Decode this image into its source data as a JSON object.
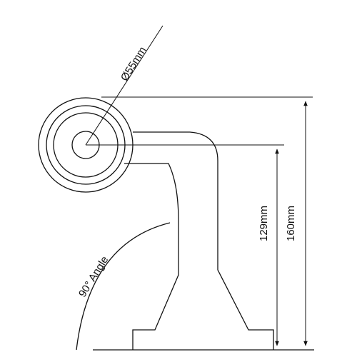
{
  "labels": {
    "diameter": "Ø55mm",
    "total_height": "160mm",
    "center_height": "129mm",
    "angle": "90° Angle"
  },
  "colors": {
    "line": "#111111",
    "background": "#ffffff"
  }
}
